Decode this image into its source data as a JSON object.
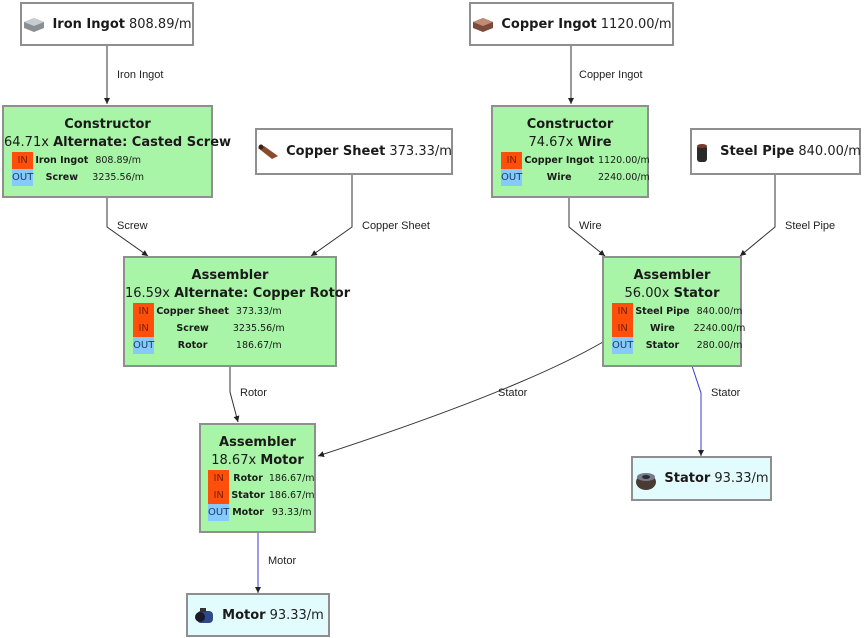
{
  "colors": {
    "recipe_bg": "#a9f5a7",
    "input_node_bg": "#ffffff",
    "output_node_bg": "#e2fbfd",
    "in_tag": "#ff4f0b",
    "out_tag": "#86c9fb",
    "edge": "#333333",
    "final_edge": "#3a3ad8"
  },
  "resources": {
    "iron_ingot": {
      "name": "Iron Ingot",
      "rate": "808.89/m",
      "icon": "iron-ingot-icon"
    },
    "copper_ingot": {
      "name": "Copper Ingot",
      "rate": "1120.00/m",
      "icon": "copper-ingot-icon"
    },
    "copper_sheet": {
      "name": "Copper Sheet",
      "rate": "373.33/m",
      "icon": "copper-sheet-icon"
    },
    "steel_pipe": {
      "name": "Steel Pipe",
      "rate": "840.00/m",
      "icon": "steel-pipe-icon"
    },
    "stator_out": {
      "name": "Stator",
      "rate": "93.33/m",
      "icon": "stator-icon"
    },
    "motor_out": {
      "name": "Motor",
      "rate": "93.33/m",
      "icon": "motor-icon"
    }
  },
  "recipes": {
    "screw": {
      "machine": "Constructor",
      "count": "64.71x",
      "recipe": "Alternate: Casted Screw",
      "rows": [
        {
          "tag": "IN",
          "item": "Iron Ingot",
          "rate": "808.89/m"
        },
        {
          "tag": "OUT",
          "item": "Screw",
          "rate": "3235.56/m"
        }
      ]
    },
    "wire": {
      "machine": "Constructor",
      "count": "74.67x",
      "recipe": "Wire",
      "rows": [
        {
          "tag": "IN",
          "item": "Copper Ingot",
          "rate": "1120.00/m"
        },
        {
          "tag": "OUT",
          "item": "Wire",
          "rate": "2240.00/m"
        }
      ]
    },
    "rotor": {
      "machine": "Assembler",
      "count": "16.59x",
      "recipe": "Alternate: Copper Rotor",
      "rows": [
        {
          "tag": "IN",
          "item": "Copper Sheet",
          "rate": "373.33/m"
        },
        {
          "tag": "IN",
          "item": "Screw",
          "rate": "3235.56/m"
        },
        {
          "tag": "OUT",
          "item": "Rotor",
          "rate": "186.67/m"
        }
      ]
    },
    "stator": {
      "machine": "Assembler",
      "count": "56.00x",
      "recipe": "Stator",
      "rows": [
        {
          "tag": "IN",
          "item": "Steel Pipe",
          "rate": "840.00/m"
        },
        {
          "tag": "IN",
          "item": "Wire",
          "rate": "2240.00/m"
        },
        {
          "tag": "OUT",
          "item": "Stator",
          "rate": "280.00/m"
        }
      ]
    },
    "motor": {
      "machine": "Assembler",
      "count": "18.67x",
      "recipe": "Motor",
      "rows": [
        {
          "tag": "IN",
          "item": "Rotor",
          "rate": "186.67/m"
        },
        {
          "tag": "IN",
          "item": "Stator",
          "rate": "186.67/m"
        },
        {
          "tag": "OUT",
          "item": "Motor",
          "rate": "93.33/m"
        }
      ]
    }
  },
  "edges": [
    {
      "id": "e-iron",
      "from": "iron_ingot",
      "to": "screw",
      "label": "Iron Ingot",
      "final": false
    },
    {
      "id": "e-copper",
      "from": "copper_ingot",
      "to": "wire",
      "label": "Copper Ingot",
      "final": false
    },
    {
      "id": "e-screw",
      "from": "screw",
      "to": "rotor",
      "label": "Screw",
      "final": false
    },
    {
      "id": "e-sheet",
      "from": "copper_sheet",
      "to": "rotor",
      "label": "Copper Sheet",
      "final": false
    },
    {
      "id": "e-wire",
      "from": "wire",
      "to": "stator",
      "label": "Wire",
      "final": false
    },
    {
      "id": "e-pipe",
      "from": "steel_pipe",
      "to": "stator",
      "label": "Steel Pipe",
      "final": false
    },
    {
      "id": "e-rotor",
      "from": "rotor",
      "to": "motor",
      "label": "Rotor",
      "final": false
    },
    {
      "id": "e-stator-motor",
      "from": "stator",
      "to": "motor",
      "label": "Stator",
      "final": false
    },
    {
      "id": "e-stator-out",
      "from": "stator",
      "to": "stator_out",
      "label": "Stator",
      "final": true
    },
    {
      "id": "e-motor-out",
      "from": "motor",
      "to": "motor_out",
      "label": "Motor",
      "final": true
    }
  ]
}
